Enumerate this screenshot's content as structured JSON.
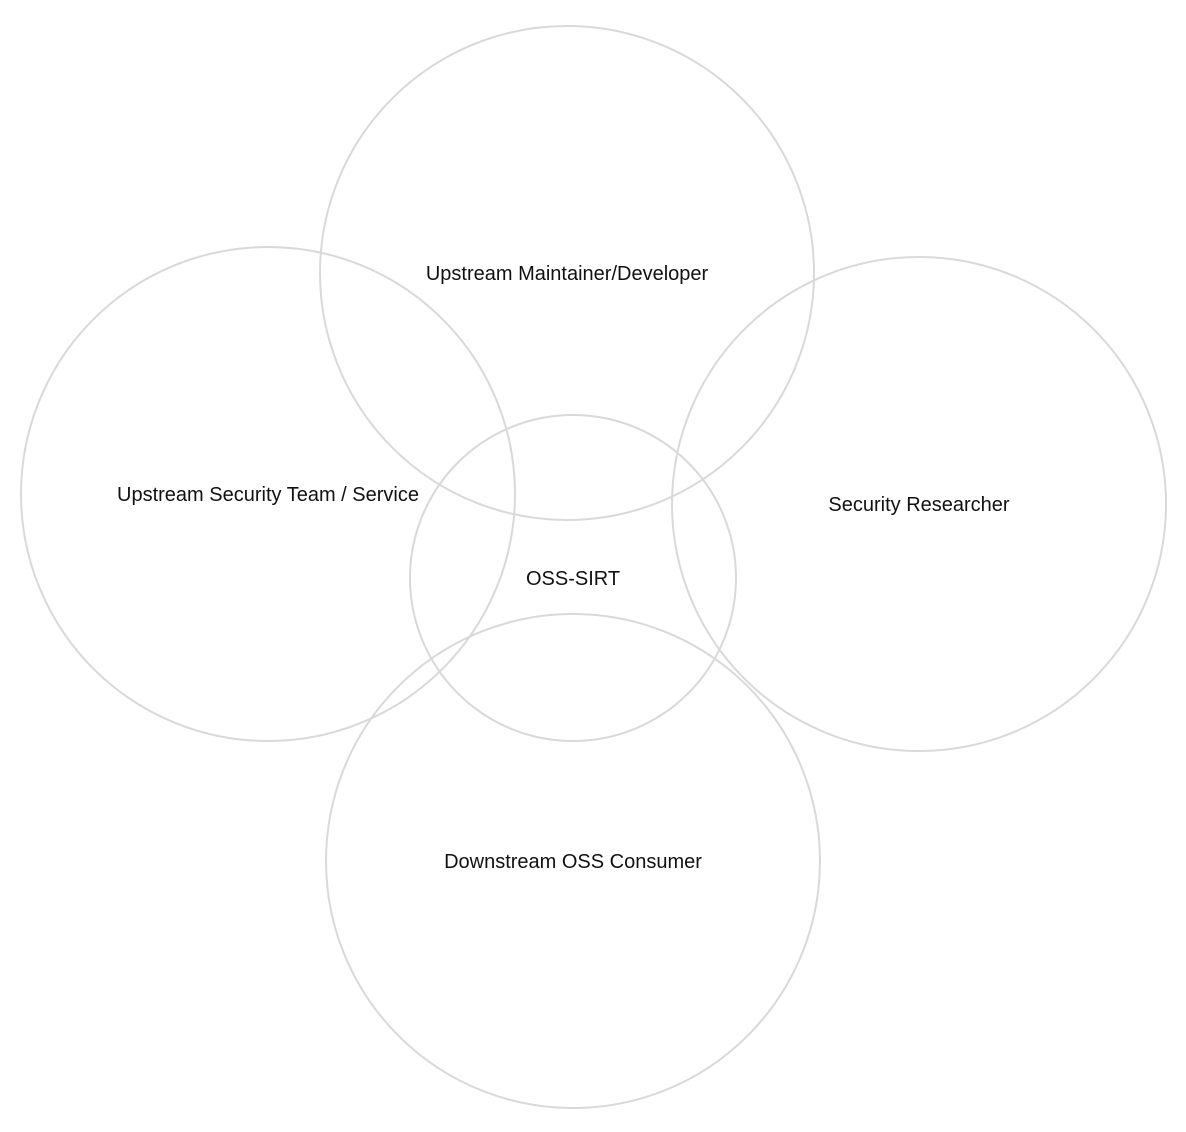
{
  "diagram": {
    "type": "venn",
    "stroke_color": "#d9d9d9",
    "text_color": "#111111",
    "sets": [
      {
        "key": "maintainer",
        "label": "Upstream Maintainer/Developer"
      },
      {
        "key": "security-team",
        "label": "Upstream Security Team / Service"
      },
      {
        "key": "researcher",
        "label": "Security Researcher"
      },
      {
        "key": "oss-sirt",
        "label": "OSS-SIRT"
      },
      {
        "key": "consumer",
        "label": "Downstream OSS Consumer"
      }
    ]
  }
}
